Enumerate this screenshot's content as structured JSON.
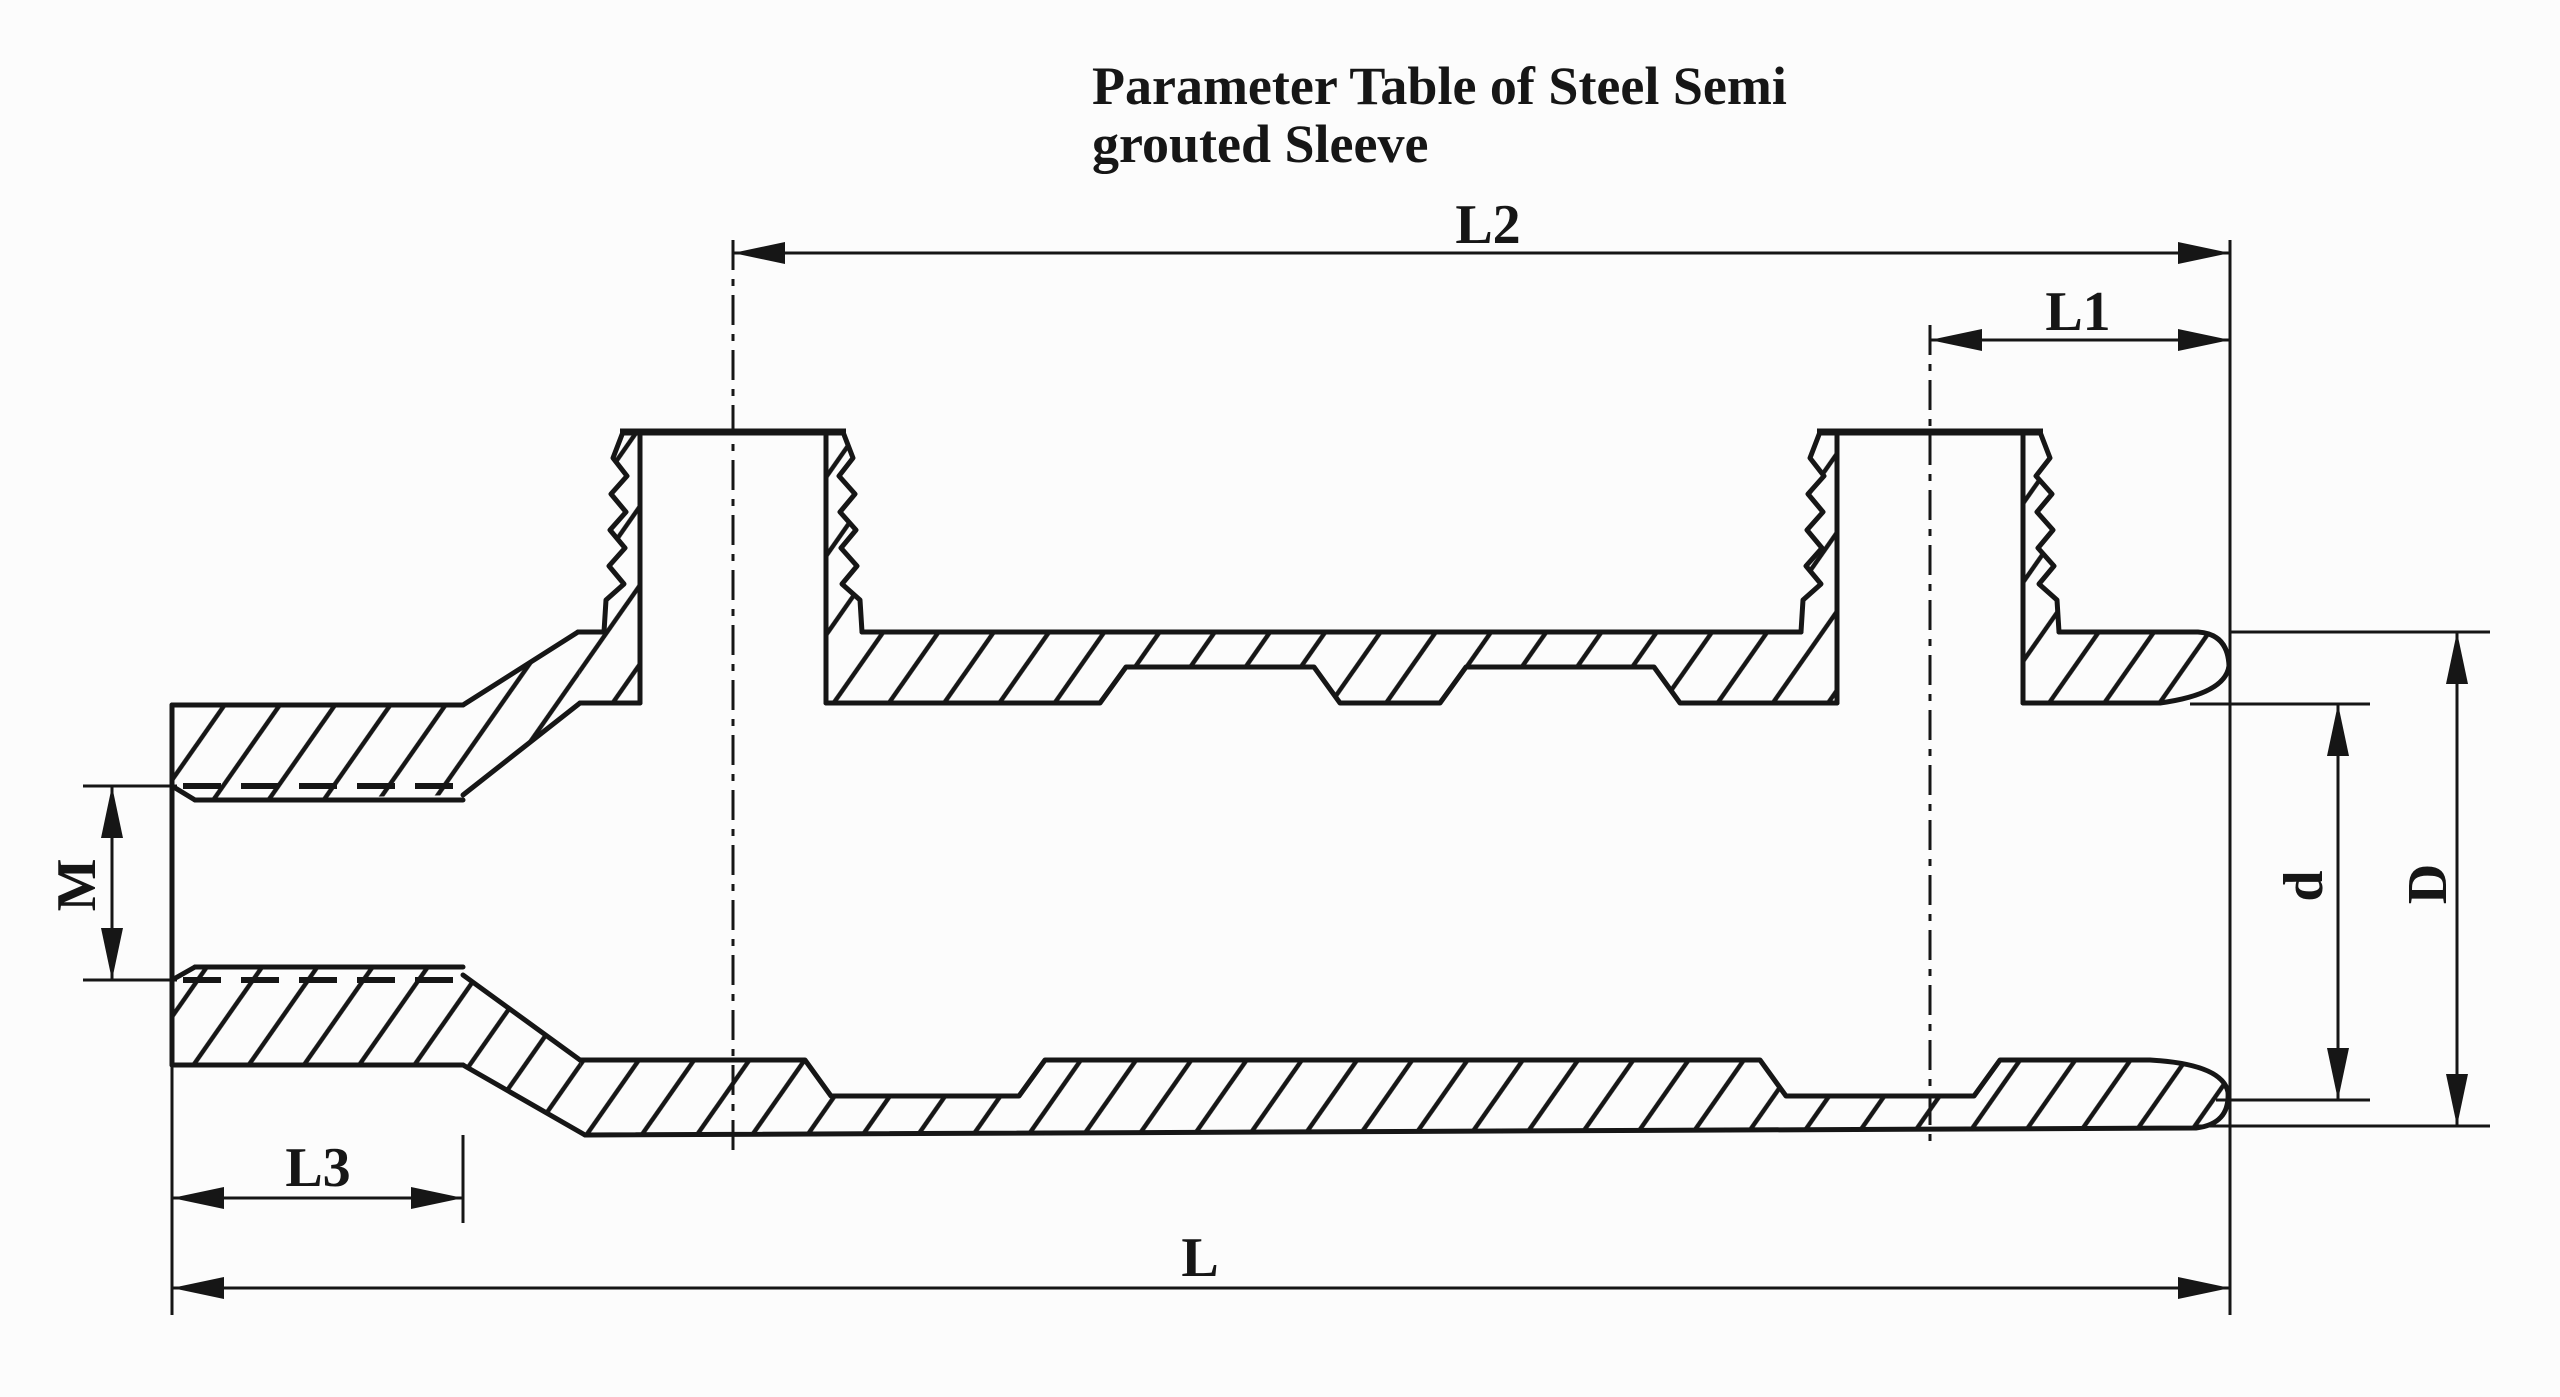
{
  "title": {
    "line1": "Parameter Table of Steel Semi",
    "line2": "grouted Sleeve"
  },
  "labels": {
    "L2": "L2",
    "L1": "L1",
    "M": "M",
    "L3": "L3",
    "L": "L",
    "d": "d",
    "D": "D"
  },
  "colors": {
    "ink": "#161616",
    "paper": "#fcfcfc"
  }
}
